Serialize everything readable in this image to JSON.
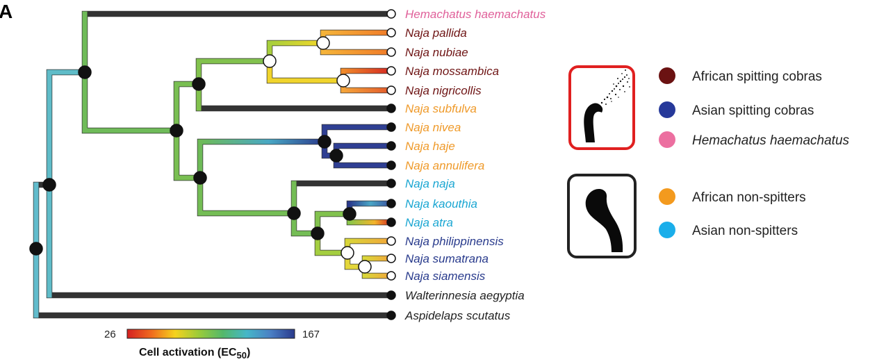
{
  "panel_label": "A",
  "taxa": [
    {
      "id": "hemachatus",
      "name": "Hemachatus haemachatus",
      "group": "hemachatus",
      "tip_marker": "open"
    },
    {
      "id": "pallida",
      "name": "Naja pallida",
      "group": "african-spitter",
      "tip_marker": "open"
    },
    {
      "id": "nubiae",
      "name": "Naja nubiae",
      "group": "african-spitter",
      "tip_marker": "open"
    },
    {
      "id": "mossambica",
      "name": "Naja mossambica",
      "group": "african-spitter",
      "tip_marker": "open"
    },
    {
      "id": "nigricollis",
      "name": "Naja nigricollis",
      "group": "african-spitter",
      "tip_marker": "open"
    },
    {
      "id": "subfulva",
      "name": "Naja subfulva",
      "group": "african-nonspitter",
      "tip_marker": "filled"
    },
    {
      "id": "nivea",
      "name": "Naja nivea",
      "group": "african-nonspitter",
      "tip_marker": "filled"
    },
    {
      "id": "haje",
      "name": "Naja haje",
      "group": "african-nonspitter",
      "tip_marker": "filled"
    },
    {
      "id": "annulifera",
      "name": "Naja annulifera",
      "group": "african-nonspitter",
      "tip_marker": "filled"
    },
    {
      "id": "naja",
      "name": "Naja naja",
      "group": "asian-nonspitter",
      "tip_marker": "filled"
    },
    {
      "id": "kaouthia",
      "name": "Naja kaouthia",
      "group": "asian-nonspitter",
      "tip_marker": "filled"
    },
    {
      "id": "atra",
      "name": "Naja atra",
      "group": "asian-nonspitter",
      "tip_marker": "filled"
    },
    {
      "id": "philippinensis",
      "name": "Naja philippinensis",
      "group": "asian-spitter",
      "tip_marker": "open"
    },
    {
      "id": "sumatrana",
      "name": "Naja sumatrana",
      "group": "asian-spitter",
      "tip_marker": "open"
    },
    {
      "id": "siamensis",
      "name": "Naja siamensis",
      "group": "asian-spitter",
      "tip_marker": "open"
    },
    {
      "id": "walterinnesia",
      "name": "Walterinnesia aegyptia",
      "group": "outgroup",
      "tip_marker": "filled"
    },
    {
      "id": "aspidelaps",
      "name": "Aspidelaps scutatus",
      "group": "outgroup",
      "tip_marker": "filled"
    }
  ],
  "group_colors": {
    "african-spitter": "#6e1414",
    "asian-spitter": "#283a8c",
    "hemachatus": "#e0609a",
    "african-nonspitter": "#ef9a2a",
    "asian-nonspitter": "#1aa6d2",
    "outgroup": "#222222"
  },
  "legend": {
    "spitters": [
      {
        "label": "African spitting cobras",
        "color": "#6b1212",
        "icon": "dark-red-dot"
      },
      {
        "label": "Asian spitting cobras",
        "color": "#26399a",
        "icon": "blue-dot"
      },
      {
        "label": "Hemachatus haemachatus",
        "color": "#ec6fa0",
        "icon": "pink-dot",
        "italic": true
      }
    ],
    "nonspitters": [
      {
        "label": "African non-spitters",
        "color": "#f39a1e",
        "icon": "orange-dot"
      },
      {
        "label": "Asian non-spitters",
        "color": "#1aaeea",
        "icon": "cyan-dot"
      }
    ],
    "spitter_icon": "spitting-cobra-icon",
    "spitter_box_color": "#e02020",
    "nonspitter_icon": "cobra-silhouette-icon",
    "nonspitter_box_color": "#222222"
  },
  "colorbar": {
    "min_label": "26",
    "max_label": "167",
    "min_value": 26,
    "max_value": 167,
    "title": "Cell activation (EC",
    "title_sub": "50",
    "title_end": ")",
    "stops": [
      "#d42020",
      "#f06a1e",
      "#f5d21e",
      "#9acb3a",
      "#53b86a",
      "#45b7c8",
      "#4a7fc4",
      "#2a3a8c"
    ]
  }
}
